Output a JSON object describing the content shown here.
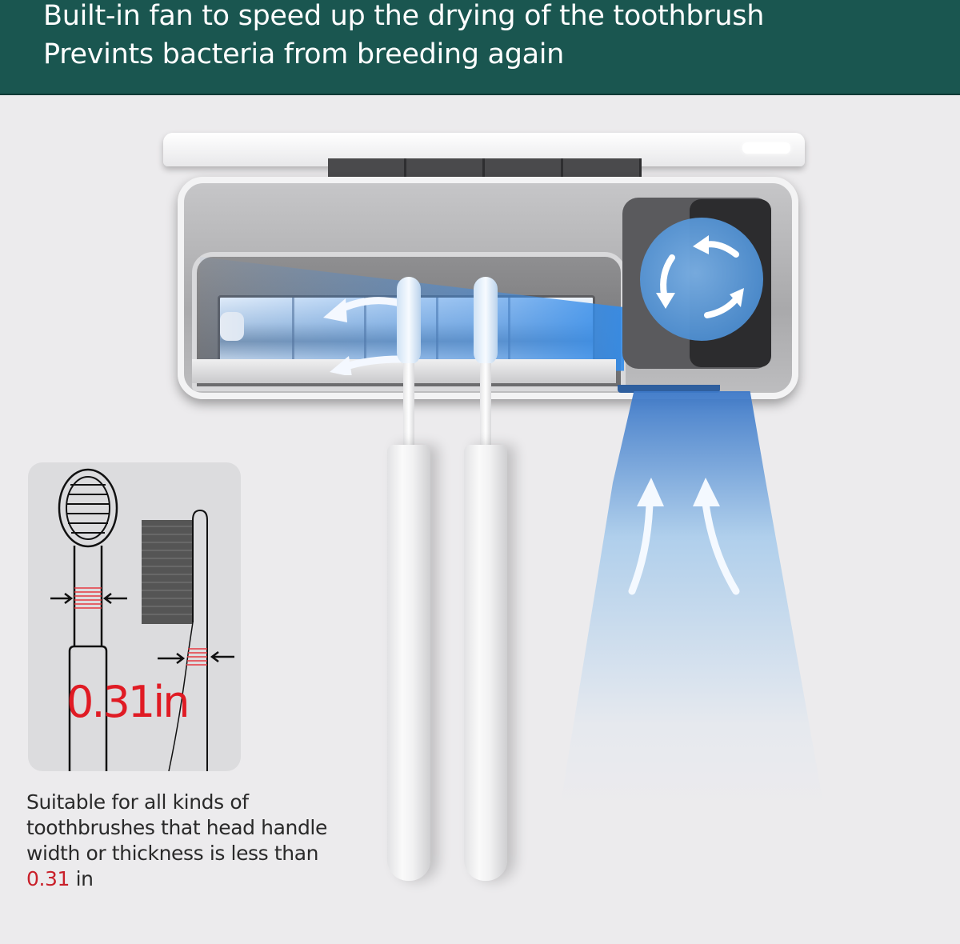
{
  "banner": {
    "line1": "Built-in fan to speed up the drying of the toothbrush",
    "line2": "Prevints bacteria from breeding again",
    "background_color": "#1a5650",
    "text_color": "#ffffff"
  },
  "product": {
    "type": "UV toothbrush sterilizer holder with built-in fan",
    "toothbrush_count": 2,
    "airflow_color": "#4e8fd2",
    "icons": [
      "fan-rotation-arrows-icon",
      "airflow-up-arrows-icon",
      "airflow-left-arrows-icon"
    ]
  },
  "diagram": {
    "measurement": "0.31in",
    "highlight_color": "#e01b24"
  },
  "caption": {
    "text_before": "Suitable for all kinds of toothbrushes that head handle width or thickness is less than ",
    "highlight": "0.31",
    "text_after": " in"
  }
}
